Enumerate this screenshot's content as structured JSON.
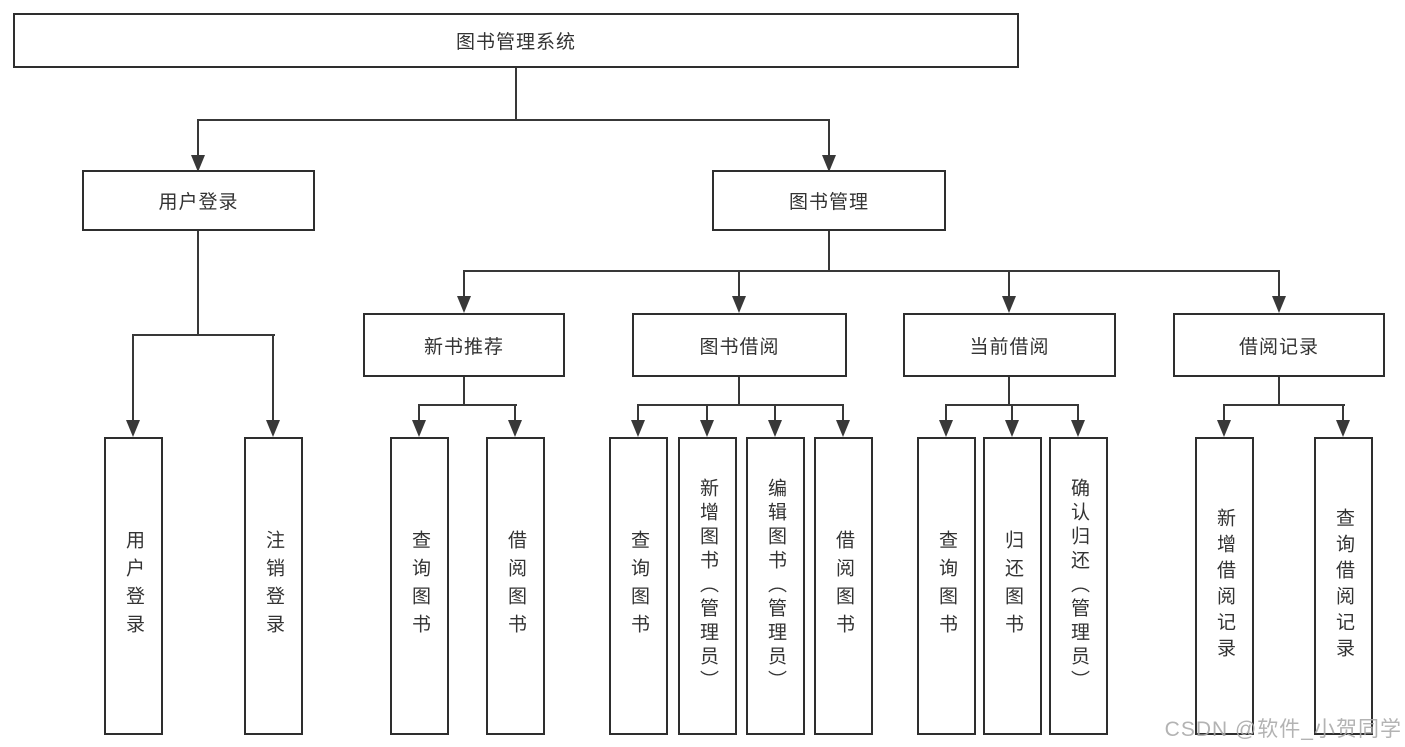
{
  "diagram_title": "图书管理系统",
  "nodes": {
    "root": "图书管理系统",
    "user_login": "用户登录",
    "book_mgmt": "图书管理",
    "new_book_rec": "新书推荐",
    "book_borrow": "图书借阅",
    "current_borrow": "当前借阅",
    "borrow_record": "借阅记录",
    "leaf_user_login": "用户登录",
    "leaf_logout_login": "注销登录",
    "leaf_query_books_rec": "查询图书",
    "leaf_borrow_books_rec": "借阅图书",
    "leaf_query_books_borrow": "查询图书",
    "leaf_add_books_admin": "新增图书（管理员）",
    "leaf_edit_books_admin": "编辑图书（管理员）",
    "leaf_borrow_books_borrow": "借阅图书",
    "leaf_query_books_current": "查询图书",
    "leaf_return_books": "归还图书",
    "leaf_confirm_return_admin": "确认归还（管理员）",
    "leaf_add_borrow_record": "新增借阅记录",
    "leaf_query_borrow_record": "查询借阅记录"
  },
  "hierarchy": {
    "图书管理系统": {
      "用户登录": [
        "用户登录",
        "注销登录"
      ],
      "图书管理": {
        "新书推荐": [
          "查询图书",
          "借阅图书"
        ],
        "图书借阅": [
          "查询图书",
          "新增图书（管理员）",
          "编辑图书（管理员）",
          "借阅图书"
        ],
        "当前借阅": [
          "查询图书",
          "归还图书",
          "确认归还（管理员）"
        ],
        "借阅记录": [
          "新增借阅记录",
          "查询借阅记录"
        ]
      }
    }
  },
  "watermark": {
    "text": "CSDN @软件_小贺同学"
  },
  "colors": {
    "line": "#383838",
    "box_border": "#2e2e2e",
    "text": "#333333",
    "watermark": "#ababab",
    "background": "#ffffff"
  }
}
